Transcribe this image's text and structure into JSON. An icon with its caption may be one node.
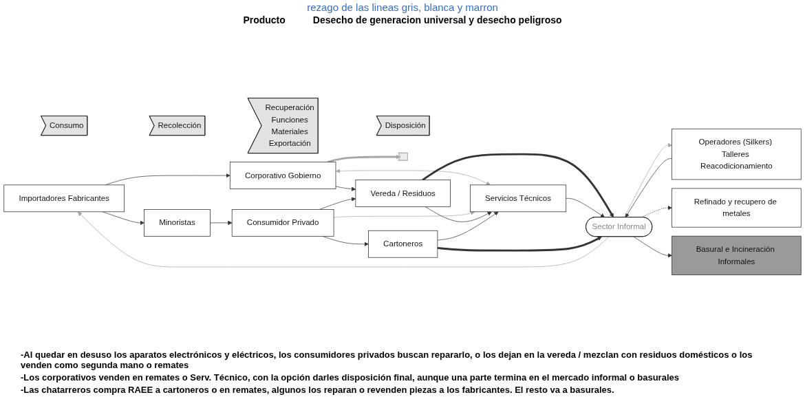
{
  "diagram": {
    "title": "rezago de las lineas gris, blanca y marron",
    "nodes": [
      {
        "text": [
          "Consumo"
        ]
      },
      {
        "text": [
          "Recolección"
        ]
      },
      {
        "text": [
          "Recuperación",
          "Funciones",
          "Materiales",
          "Exportación"
        ]
      },
      {
        "text": [
          "Disposición"
        ]
      },
      {
        "text": [
          "Importadores Fabricantes"
        ]
      },
      {
        "text": [
          "Minoristas"
        ]
      },
      {
        "text": [
          "Corporativo Gobierno"
        ]
      },
      {
        "text": [
          "Consumidor Privado"
        ]
      },
      {
        "text": [],
        "shape": "band"
      },
      {
        "text": [
          "Servicios Técnicos"
        ]
      },
      {
        "text": [
          "Vereda / Residuos"
        ]
      },
      {
        "text": [
          "Cartoneros"
        ]
      },
      {
        "text": [
          "Operadores (Silkers) Talleres Reacodicionamiento"
        ]
      },
      {
        "text": [
          "Sector Informal"
        ]
      },
      {
        "text": [
          "Refinado y recupero de metales"
        ]
      },
      {
        "text": [
          "Basural e Incineración Informales"
        ]
      }
    ],
    "edges": [
      {
        "from": 4,
        "to": 5,
        "arrow": "to"
      },
      {
        "from": 4,
        "to": 6,
        "arrow": "to"
      },
      {
        "from": 5,
        "to": 7,
        "arrow": "to"
      },
      {
        "from": 6,
        "to": 10,
        "arrow": "to"
      },
      {
        "from": 7,
        "to": 10,
        "arrow": "to"
      },
      {
        "from": 7,
        "to": 11,
        "arrow": "to"
      },
      {
        "from": 6,
        "to": 8,
        "arrow": "to",
        "style": "thick",
        "color": "#a6a6a6"
      },
      {
        "from": 6,
        "to": 9,
        "arrow": "both",
        "color": "#a6a6a6"
      },
      {
        "from": 7,
        "to": 9,
        "arrow": "to",
        "color": "#a6a6a6"
      },
      {
        "from": 10,
        "to": 9,
        "arrow": "to"
      },
      {
        "from": 11,
        "to": 9,
        "arrow": "to"
      },
      {
        "from": 10,
        "to": 13,
        "arrow": "to",
        "style": "thick"
      },
      {
        "from": 9,
        "to": 13,
        "arrow": "to"
      },
      {
        "from": 12,
        "to": 13,
        "arrow": "to"
      },
      {
        "from": 11,
        "to": 13,
        "arrow": "to",
        "style": "thick"
      },
      {
        "from": 13,
        "to": 12,
        "arrow": "to",
        "color": "#a6a6a6"
      },
      {
        "from": 13,
        "to": 4,
        "arrow": "to",
        "color": "#a6a6a6"
      },
      {
        "from": 13,
        "to": 14,
        "arrow": "to",
        "style": "dashed"
      },
      {
        "from": 13,
        "to": 15,
        "arrow": "to"
      }
    ],
    "labels": [
      "Producto",
      "Desecho de generacion universal y desecho peligroso",
      "-Al quedar en desuso los aparatos electrónicos y eléctricos, los consumidores privados buscan repararlo, o los dejan en la vereda / mezclan con residuos domésticos o los venden como segunda mano o remates",
      "-Los corporativos venden en remates o Serv. Técnico, con la opción darles disposición final, aunque una parte termina en el mercado informal o basurales",
      "-Las chatarreros compra RAEE a cartoneros o en remates, algunos los reparan o revenden piezas a los fabricantes. El resto va a basurales."
    ]
  }
}
